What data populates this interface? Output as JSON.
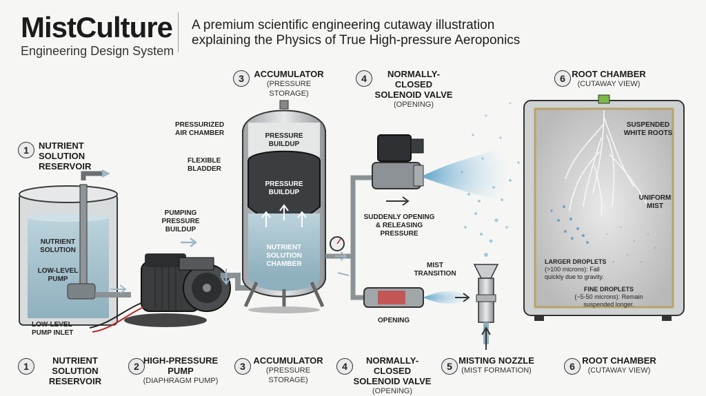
{
  "header": {
    "brand": "MistCulture",
    "brand_sub": "Engineering Design System",
    "subtitle_line1": "A premium scientific engineering cutaway illustration",
    "subtitle_line2": "explaining the  Physics of True High-pressure Aeroponics"
  },
  "top_labels": {
    "reservoir": {
      "num": "1",
      "title": "NUTRIENT SOLUTION RESERVOIR"
    },
    "accumulator": {
      "num": "3",
      "title": "ACCUMULATOR",
      "sub": "(PRESSURE STORAGE)"
    },
    "valve": {
      "num": "4",
      "title": "NORMALLY-CLOSED SOLENOID VALVE",
      "sub": "(OPENING)"
    },
    "root": {
      "num": "6",
      "title": "ROOT CHAMBER",
      "sub": "(CUTAWAY VIEW)"
    }
  },
  "callouts": {
    "pressurized_air": "PRESSURIZED AIR CHAMBER",
    "pressure_buildup_top": "PRESSURE BUILDUP",
    "flexible_bladder": "FLEXIBLE BLADDER",
    "pressure_buildup_mid": "PRESSURE BUILDUP",
    "nutrient_chamber": "NUTRIENT SOLUTION CHAMBER",
    "pumping_buildup": "PUMPING PRESSURE BUILDUP",
    "nutrient_solution": "NUTRIENT SOLUTION",
    "low_level_pump": "LOW-LEVEL PUMP",
    "low_level_inlet": "LOW-LEVEL PUMP INLET",
    "suddenly_opening": "SUDDENLY OPENING & RELEASING PRESSURE",
    "opening": "OPENING",
    "mist_transition": "MIST TRANSITION",
    "suspended_roots": "SUSPENDED WHITE ROOTS",
    "uniform_mist": "UNIFORM MIST",
    "larger_droplets_title": "LARGER DROPLETS",
    "larger_droplets_text": "(>100 microns): Fall quickly due to gravity.",
    "fine_droplets_title": "FINE DROPLETS",
    "fine_droplets_text": "(~5-50 microns): Remain suspended longer."
  },
  "legend": [
    {
      "num": "1",
      "title": "NUTRIENT SOLUTION RESERVOIR",
      "sub": ""
    },
    {
      "num": "2",
      "title": "HIGH-PRESSURE PUMP",
      "sub": "(DIAPHRAGM PUMP)"
    },
    {
      "num": "3",
      "title": "ACCUMULATOR",
      "sub": "(PRESSURE STORAGE)"
    },
    {
      "num": "4",
      "title": "NORMALLY-CLOSED SOLENOID VALVE",
      "sub": "(OPENING)"
    },
    {
      "num": "5",
      "title": "MISTING NOZZLE",
      "sub": "(MIST FORMATION)"
    },
    {
      "num": "6",
      "title": "ROOT CHAMBER",
      "sub": "(CUTAWAY VIEW)"
    }
  ],
  "colors": {
    "water": "#a9c3cf",
    "metal": "#c9cdd0",
    "dark": "#2a2a2a",
    "mist": "#7fb6d6"
  }
}
